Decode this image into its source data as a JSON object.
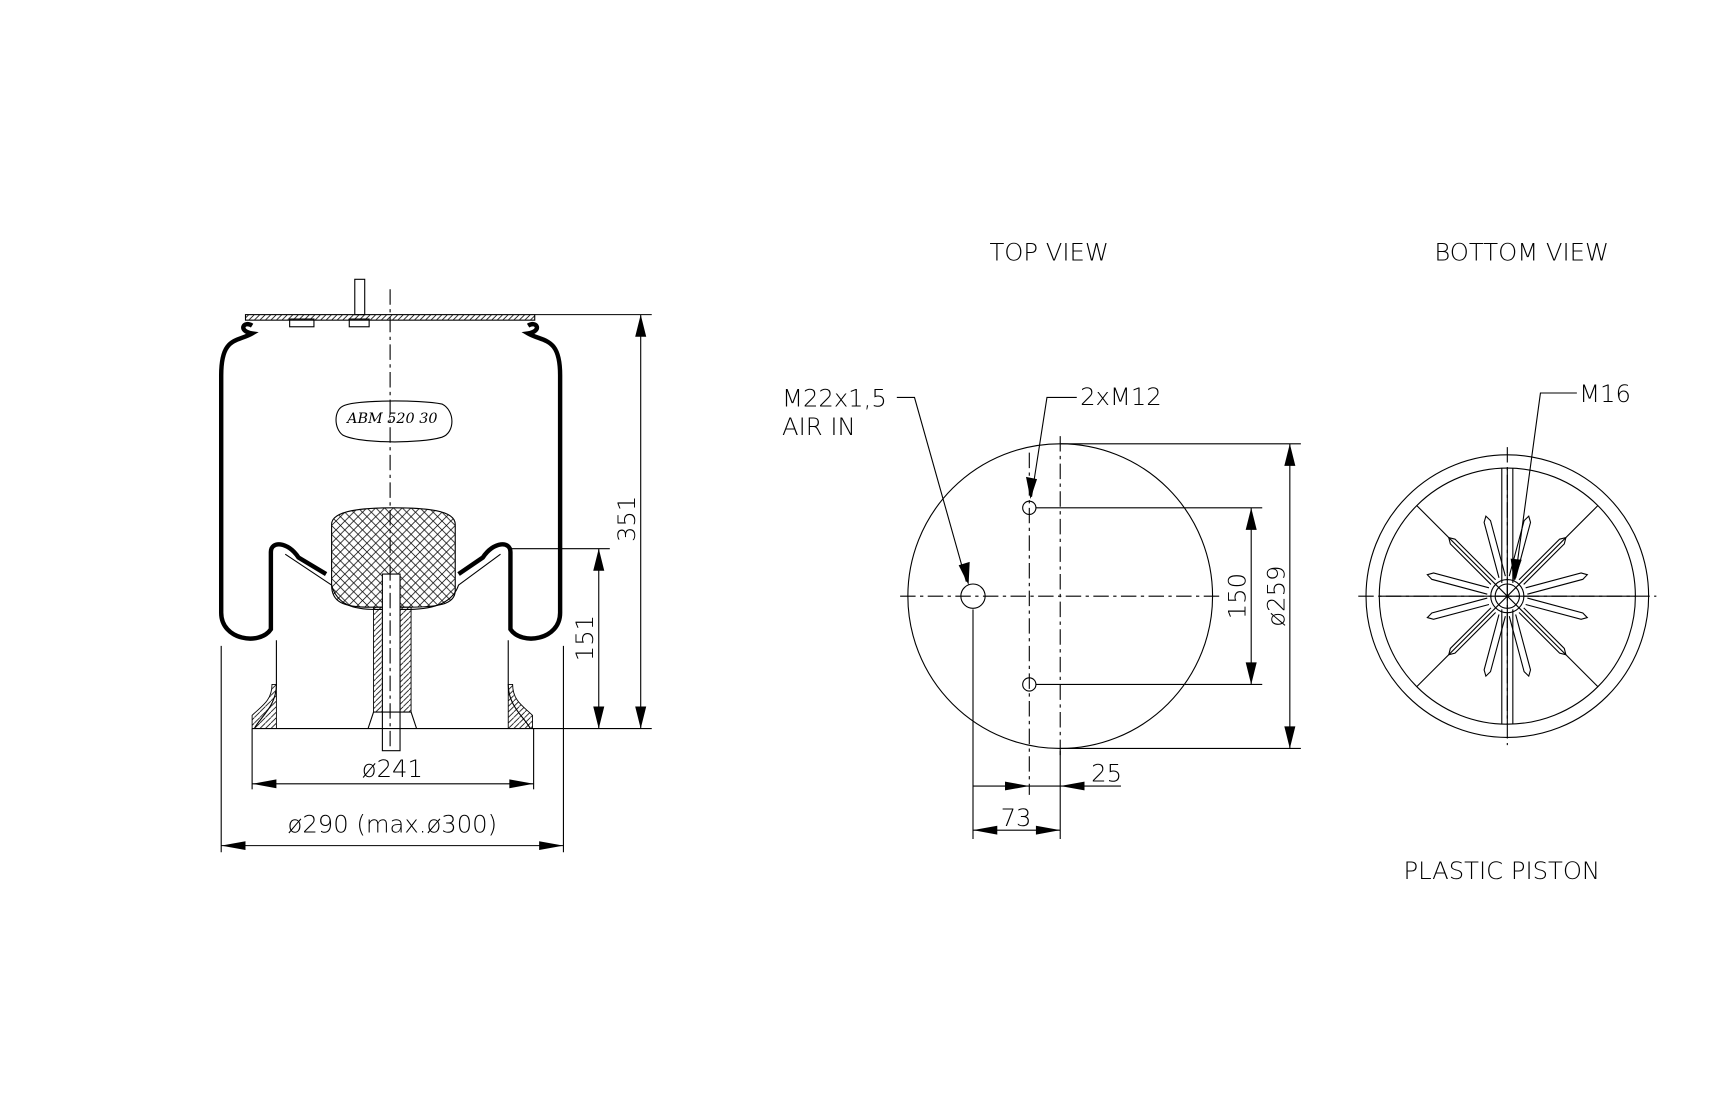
{
  "side_view": {
    "label": "ABM 520 30",
    "dim_height": "351",
    "dim_piston_height": "151",
    "dim_base_diameter": "ø241",
    "dim_body_diameter": "ø290 (max.ø300)"
  },
  "top_view": {
    "title": "TOP VIEW",
    "air_in_thread": "M22x1,5",
    "air_in_label": "AIR IN",
    "bolt_thread": "2xM12",
    "dim_bolt_spacing": "150",
    "dim_diameter": "ø259",
    "dim_bolt_offset": "25",
    "dim_air_offset": "73"
  },
  "bottom_view": {
    "title": "BOTTOM VIEW",
    "thread": "M16",
    "caption": "PLASTIC PISTON"
  }
}
